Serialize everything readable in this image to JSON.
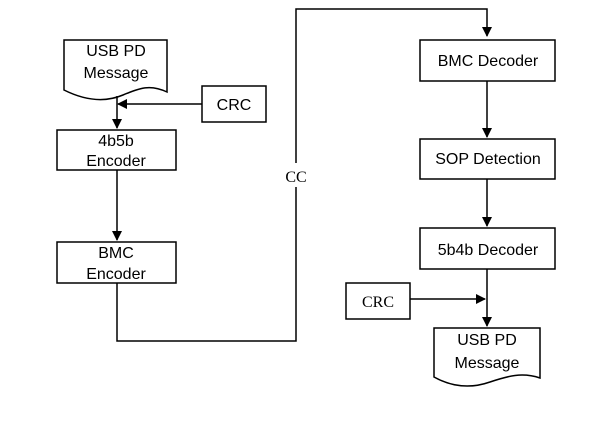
{
  "transmitter": {
    "message_line1": "USB PD",
    "message_line2": "Message",
    "crc": "CRC",
    "encoder_4b5b_line1": "4b5b",
    "encoder_4b5b_line2": "Encoder",
    "bmc_encoder_line1": "BMC",
    "bmc_encoder_line2": "Encoder"
  },
  "channel": {
    "label": "CC"
  },
  "receiver": {
    "bmc_decoder": "BMC Decoder",
    "sop_detection": "SOP Detection",
    "decoder_5b4b": "5b4b Decoder",
    "crc": "CRC",
    "message_line1": "USB PD",
    "message_line2": "Message"
  }
}
